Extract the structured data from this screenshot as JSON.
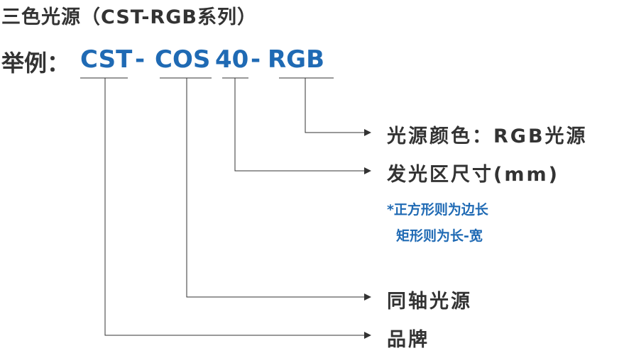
{
  "title": "三色光源（CST-RGB系列）",
  "example": {
    "label": "举例：",
    "brand_code": "CST",
    "separator": "-",
    "series_code": "COS",
    "size_code": "40",
    "color_code": "RGB"
  },
  "descriptions": {
    "color": "光源颜色：RGB光源",
    "size": "发光区尺寸(mm)",
    "size_note_line1": "*正方形则为边长",
    "size_note_line2": "矩形则为长-宽",
    "series": "同轴光源",
    "brand": "品牌"
  },
  "colors": {
    "accent": "#1f6ab4",
    "text": "#333333"
  }
}
